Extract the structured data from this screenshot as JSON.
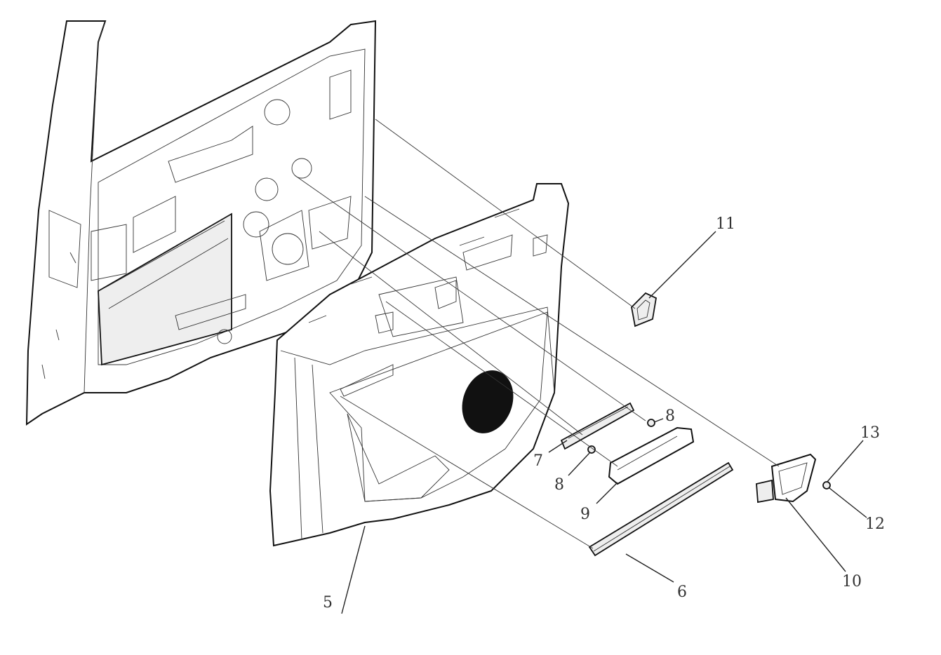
{
  "diagram": {
    "type": "exploded-parts-view",
    "callouts": [
      {
        "id": "callout-11",
        "label": "11"
      },
      {
        "id": "callout-8a",
        "label": "8"
      },
      {
        "id": "callout-7",
        "label": "7"
      },
      {
        "id": "callout-8b",
        "label": "8"
      },
      {
        "id": "callout-9",
        "label": "9"
      },
      {
        "id": "callout-13",
        "label": "13"
      },
      {
        "id": "callout-12",
        "label": "12"
      },
      {
        "id": "callout-10",
        "label": "10"
      },
      {
        "id": "callout-6",
        "label": "6"
      },
      {
        "id": "callout-5",
        "label": "5"
      }
    ]
  }
}
